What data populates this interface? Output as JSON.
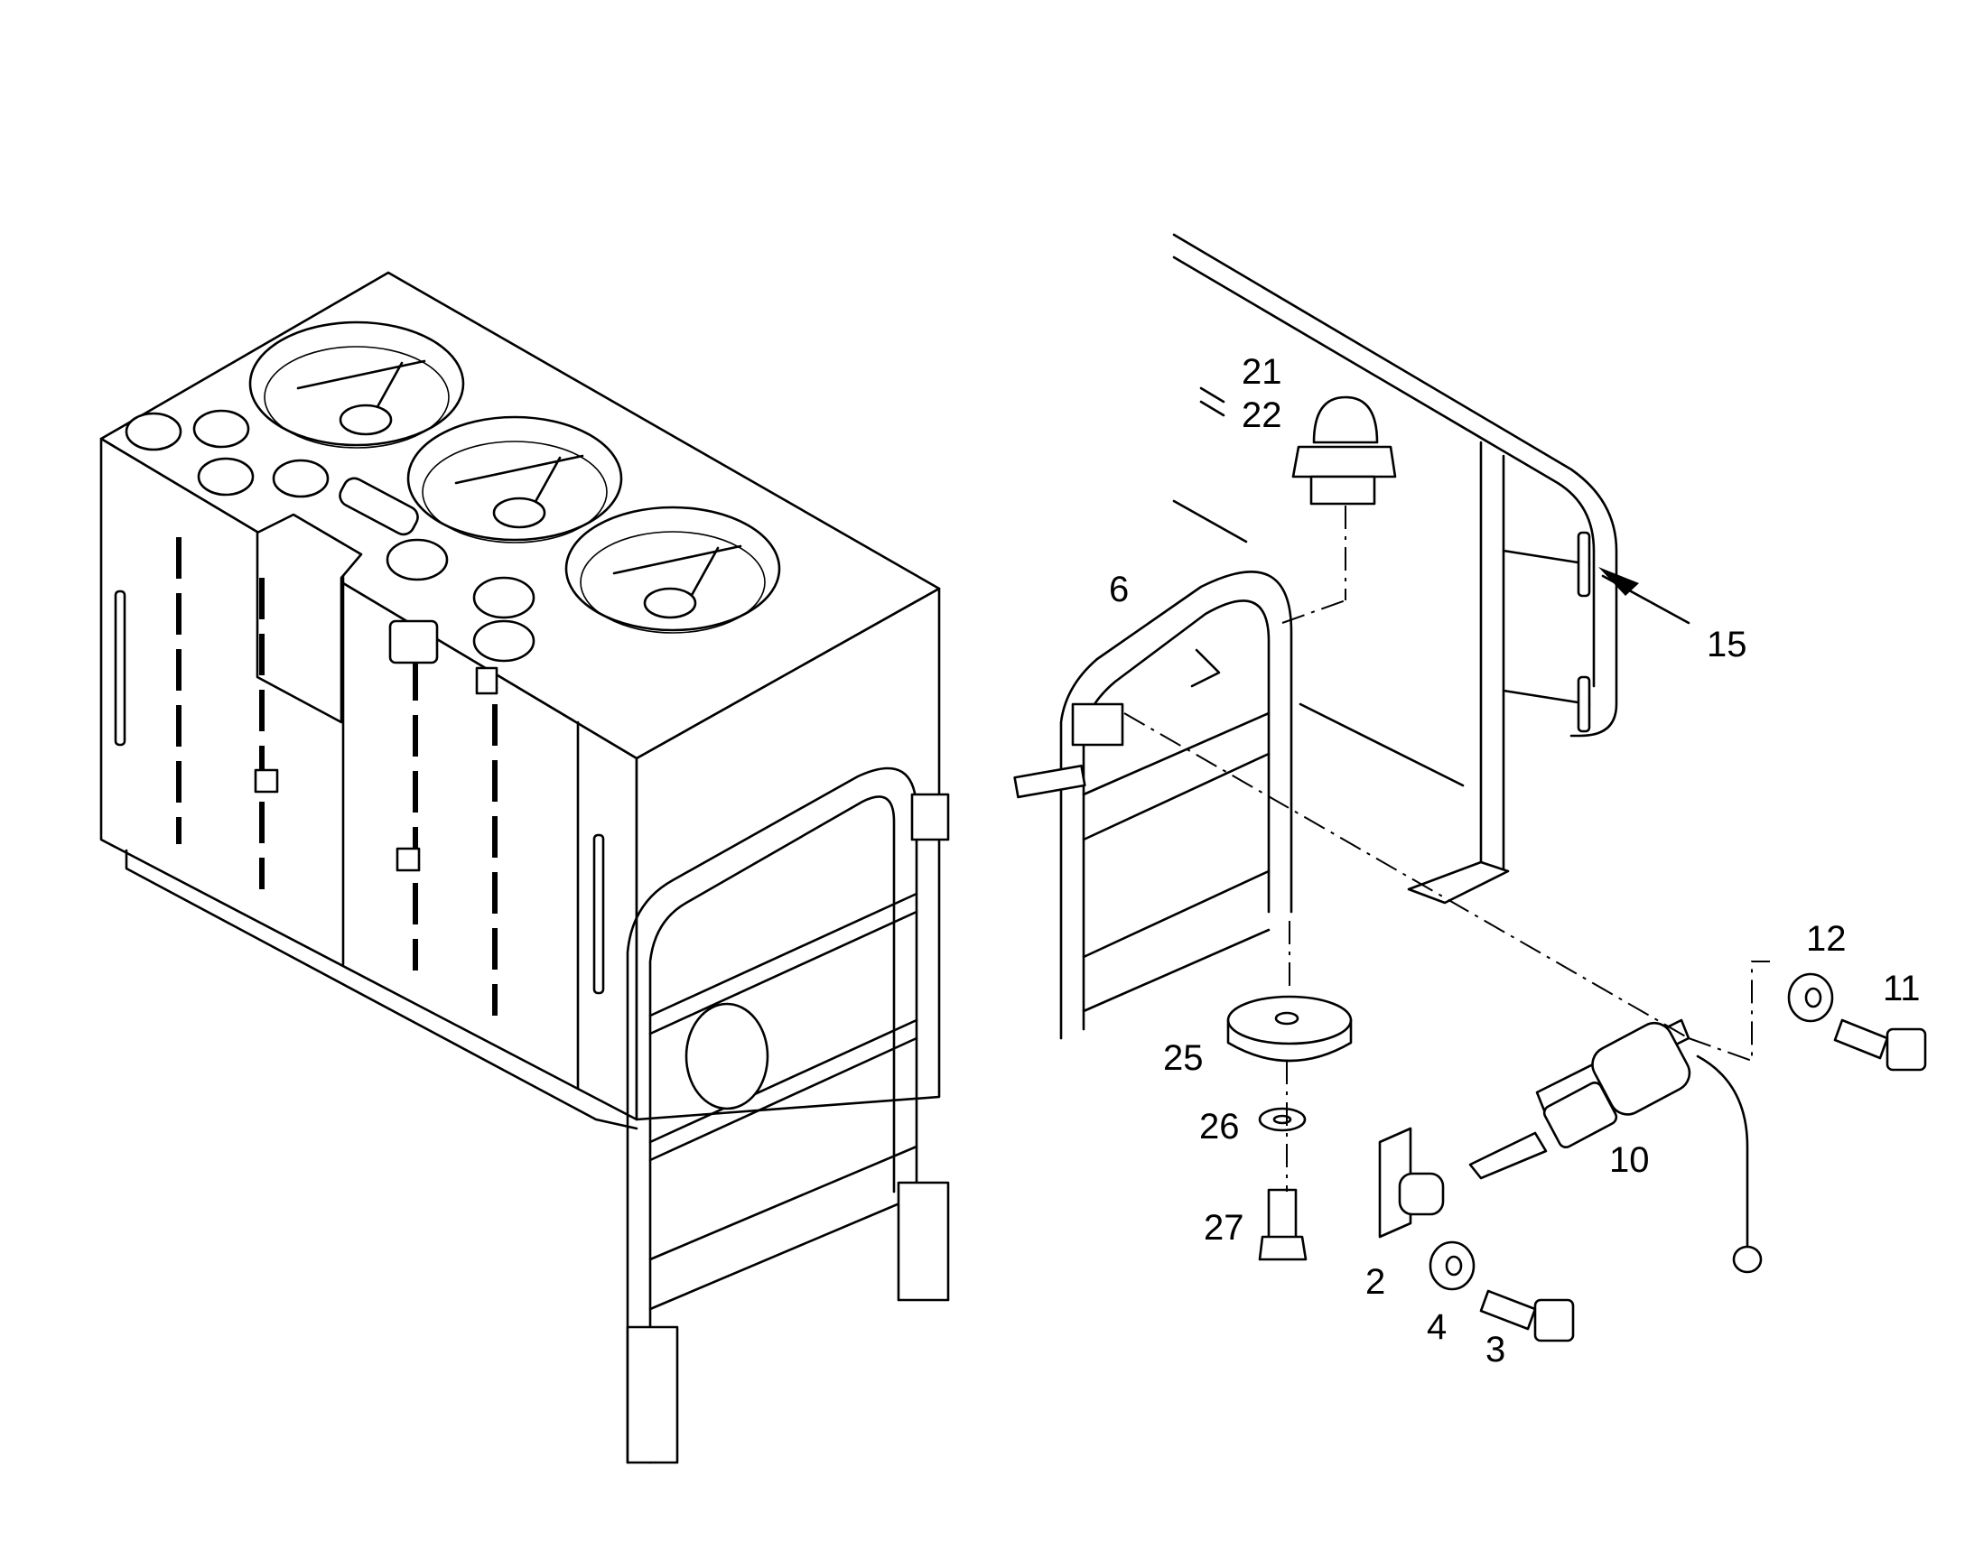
{
  "callouts": [
    {
      "id": "c21",
      "text": "21"
    },
    {
      "id": "c22",
      "text": "22"
    },
    {
      "id": "c6",
      "text": "6"
    },
    {
      "id": "c15",
      "text": "15"
    },
    {
      "id": "c12",
      "text": "12"
    },
    {
      "id": "c11",
      "text": "11"
    },
    {
      "id": "c25",
      "text": "25"
    },
    {
      "id": "c26",
      "text": "26"
    },
    {
      "id": "c27",
      "text": "27"
    },
    {
      "id": "c10",
      "text": "10"
    },
    {
      "id": "c2",
      "text": "2"
    },
    {
      "id": "c4",
      "text": "4"
    },
    {
      "id": "c3",
      "text": "3"
    }
  ]
}
